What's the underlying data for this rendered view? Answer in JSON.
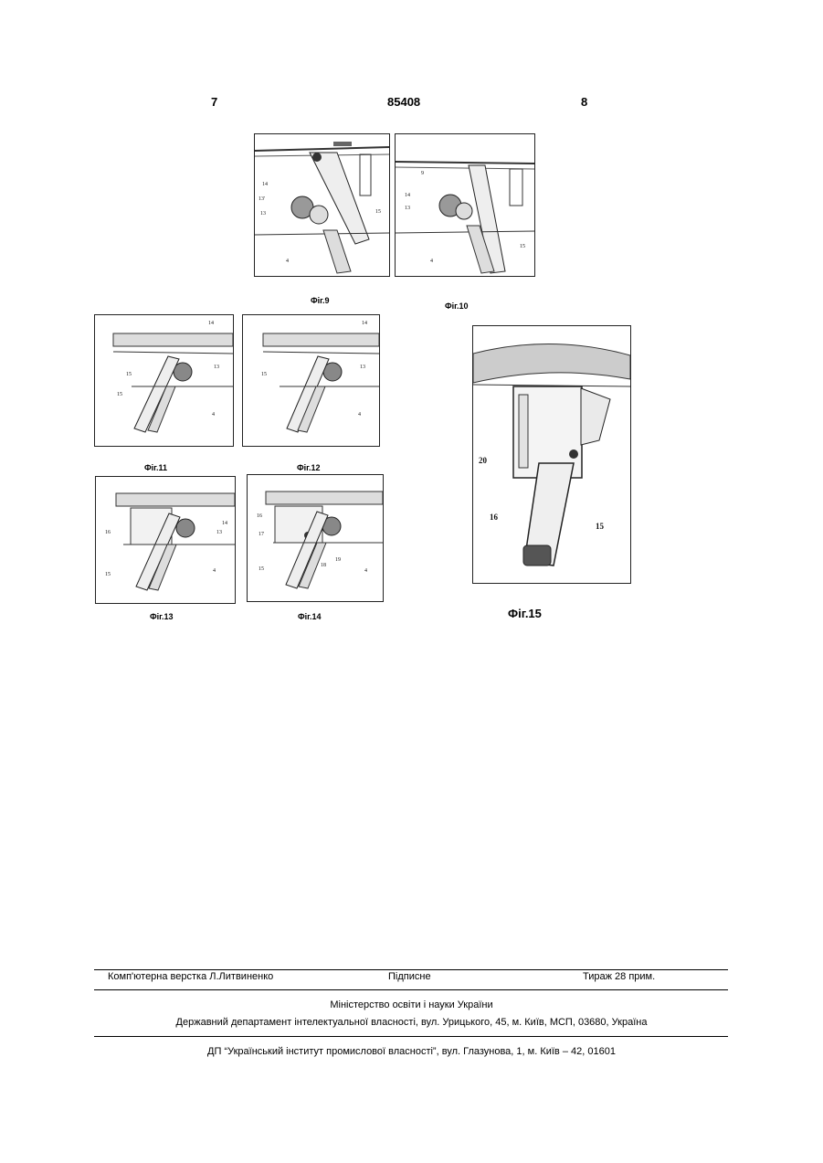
{
  "header": {
    "left_page": "7",
    "patent_number": "85408",
    "right_page": "8"
  },
  "figures": [
    {
      "caption": "Фіг.9",
      "labels": [
        "14",
        "13'",
        "13",
        "15",
        "4"
      ]
    },
    {
      "caption": "Фіг.10",
      "labels": [
        "9",
        "14",
        "13",
        "15",
        "4"
      ]
    },
    {
      "caption": "Фіг.11",
      "labels": [
        "14",
        "13",
        "15",
        "15",
        "4"
      ]
    },
    {
      "caption": "Фіг.12",
      "labels": [
        "14",
        "13",
        "15",
        "4"
      ]
    },
    {
      "caption": "Фіг.13",
      "labels": [
        "16",
        "14",
        "13",
        "15",
        "4"
      ]
    },
    {
      "caption": "Фіг.14",
      "labels": [
        "16",
        "17",
        "19",
        "18",
        "15",
        "4"
      ]
    },
    {
      "caption": "Фіг.15",
      "labels": [
        "20",
        "16",
        "15"
      ]
    }
  ],
  "footer": {
    "typesetting": "Комп'ютерна верстка Л.Литвиненко",
    "signed": "Підписне",
    "circulation": "Тираж 28 прим.",
    "ministry": "Міністерство освіти і науки України",
    "department": "Державний департамент інтелектуальної власності, вул. Урицького, 45, м. Київ, МСП, 03680, Україна",
    "institute": "ДП “Український інститут промислової власності”, вул. Глазунова, 1, м. Київ – 42, 01601"
  }
}
